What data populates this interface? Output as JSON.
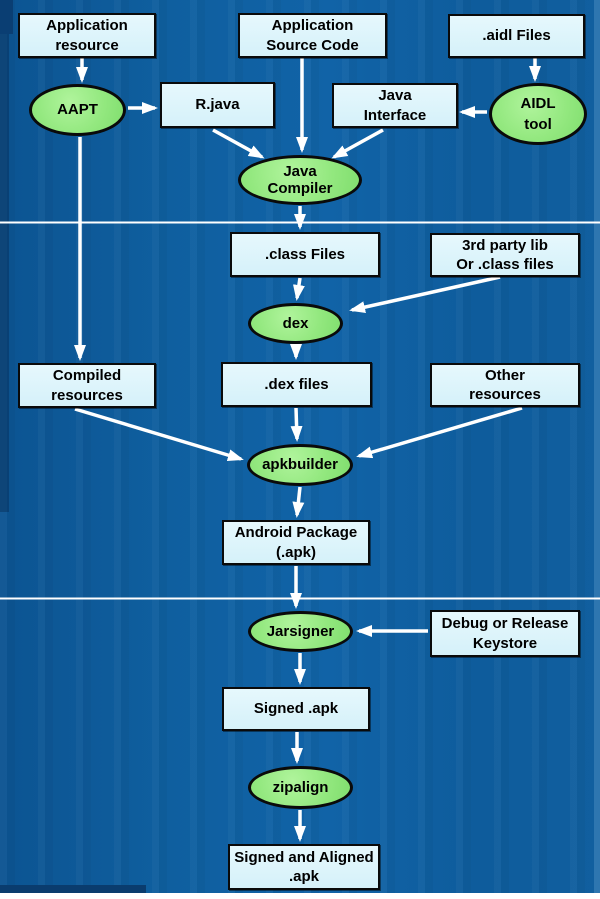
{
  "diagram": {
    "type": "flowchart",
    "subject": "Android APK build process",
    "colors": {
      "background": "#0F5F9F",
      "box_fill": "#DBF3FA",
      "ellipse_fill": "#93E87F",
      "node_border": "#000000",
      "arrow": "#FFFFFF",
      "text": "#000000"
    },
    "nodes": {
      "app_resource": {
        "line1": "Application",
        "line2": "resource"
      },
      "app_source": {
        "line1": "Application",
        "line2": "Source Code"
      },
      "aidl_files": {
        "label": ".aidl Files"
      },
      "aapt": {
        "label": "AAPT"
      },
      "r_java": {
        "label": "R.java"
      },
      "java_interface": {
        "line1": "Java",
        "line2": "Interface"
      },
      "aidl_tool": {
        "line1": "AIDL",
        "line2": "tool"
      },
      "java_compiler": {
        "line1": "Java",
        "line2": "Compiler"
      },
      "class_files": {
        "label": ".class Files"
      },
      "third_party": {
        "line1": "3rd party lib",
        "line2": "Or .class files"
      },
      "dex": {
        "label": "dex"
      },
      "compiled_resources": {
        "line1": "Compiled",
        "line2": "resources"
      },
      "dex_files": {
        "label": ".dex files"
      },
      "other_resources": {
        "line1": "Other",
        "line2": "resources"
      },
      "apkbuilder": {
        "label": "apkbuilder"
      },
      "android_package": {
        "line1": "Android Package",
        "line2": "(.apk)"
      },
      "jarsigner": {
        "label": "Jarsigner"
      },
      "keystore": {
        "line1": "Debug or Release",
        "line2": "Keystore"
      },
      "signed_apk": {
        "label": "Signed .apk"
      },
      "zipalign": {
        "label": "zipalign"
      },
      "signed_aligned_apk": {
        "line1": "Signed and Aligned",
        "line2": ".apk"
      }
    },
    "edges": [
      {
        "from": "app_resource",
        "to": "aapt"
      },
      {
        "from": "aapt",
        "to": "r_java"
      },
      {
        "from": "app_source",
        "to": "java_compiler"
      },
      {
        "from": "aidl_files",
        "to": "aidl_tool"
      },
      {
        "from": "aidl_tool",
        "to": "java_interface"
      },
      {
        "from": "r_java",
        "to": "java_compiler"
      },
      {
        "from": "java_interface",
        "to": "java_compiler"
      },
      {
        "from": "java_compiler",
        "to": "class_files"
      },
      {
        "from": "class_files",
        "to": "dex"
      },
      {
        "from": "third_party",
        "to": "dex"
      },
      {
        "from": "aapt",
        "to": "compiled_resources"
      },
      {
        "from": "dex",
        "to": "dex_files"
      },
      {
        "from": "compiled_resources",
        "to": "apkbuilder"
      },
      {
        "from": "dex_files",
        "to": "apkbuilder"
      },
      {
        "from": "other_resources",
        "to": "apkbuilder"
      },
      {
        "from": "apkbuilder",
        "to": "android_package"
      },
      {
        "from": "android_package",
        "to": "jarsigner"
      },
      {
        "from": "keystore",
        "to": "jarsigner"
      },
      {
        "from": "jarsigner",
        "to": "signed_apk"
      },
      {
        "from": "signed_apk",
        "to": "zipalign"
      },
      {
        "from": "zipalign",
        "to": "signed_aligned_apk"
      }
    ]
  }
}
